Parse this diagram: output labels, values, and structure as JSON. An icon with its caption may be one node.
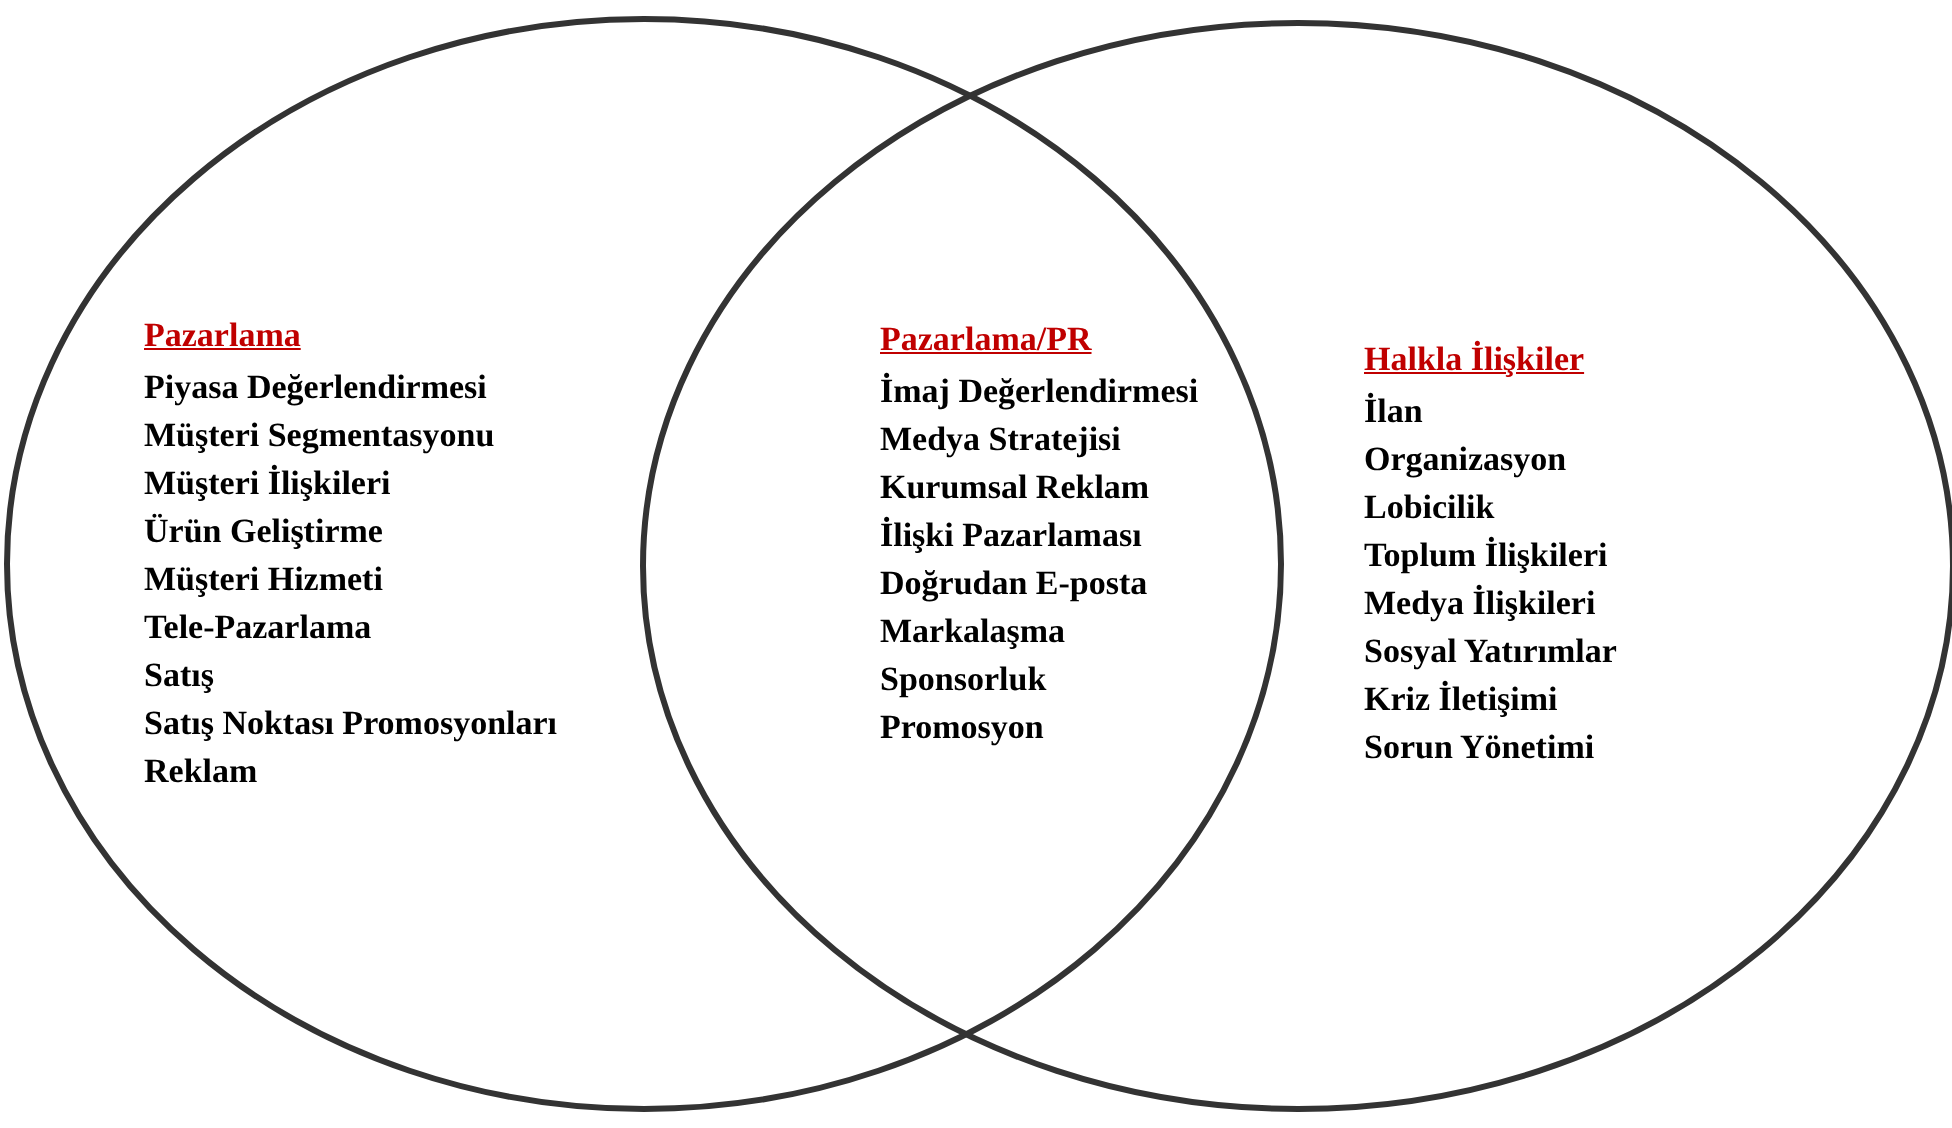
{
  "diagram": {
    "nodes": [
      {
        "text": [
          "Pazarlama",
          "Piyasa Değerlendirmesi",
          "Müşteri Segmentasyonu",
          "Müşteri İlişkileri",
          "Ürün Geliştirme",
          "Müşteri Hizmeti",
          "Tele-Pazarlama",
          "Satış",
          "Satış Noktası Promosyonları",
          "Reklam"
        ]
      },
      {
        "text": [
          "Halkla İlişkiler",
          "İlan",
          "Organizasyon",
          "Lobicilik",
          "Toplum İlişkileri",
          "Medya İlişkileri",
          "Sosyal Yatırımlar",
          "Kriz İletişimi",
          "Sorun Yönetimi"
        ]
      }
    ],
    "labels": [
      "Pazarlama/PR",
      "İmaj Değerlendirmesi",
      "Medya Stratejisi",
      "Kurumsal Reklam",
      "İlişki Pazarlaması",
      "Doğrudan E-posta",
      "Markalaşma",
      "Sponsorluk",
      "Promosyon"
    ]
  }
}
